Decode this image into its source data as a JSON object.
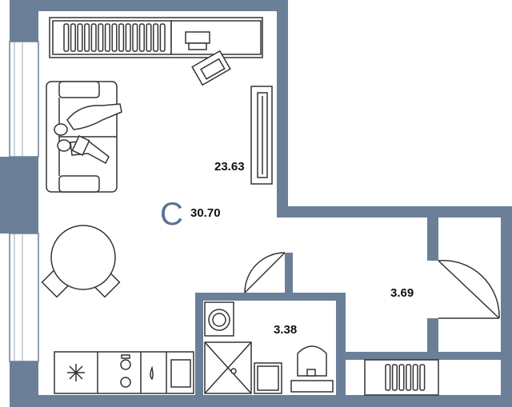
{
  "plan": {
    "unit_letter": "C",
    "total_area": "30.70",
    "rooms": [
      {
        "id": "living",
        "area": "23.63"
      },
      {
        "id": "bathroom",
        "area": "3.38"
      },
      {
        "id": "hallway",
        "area": "3.69"
      }
    ]
  },
  "colors": {
    "wall": "#6b7f99",
    "line": "#333333",
    "floor": "#ffffff",
    "accent": "#5b7394"
  }
}
